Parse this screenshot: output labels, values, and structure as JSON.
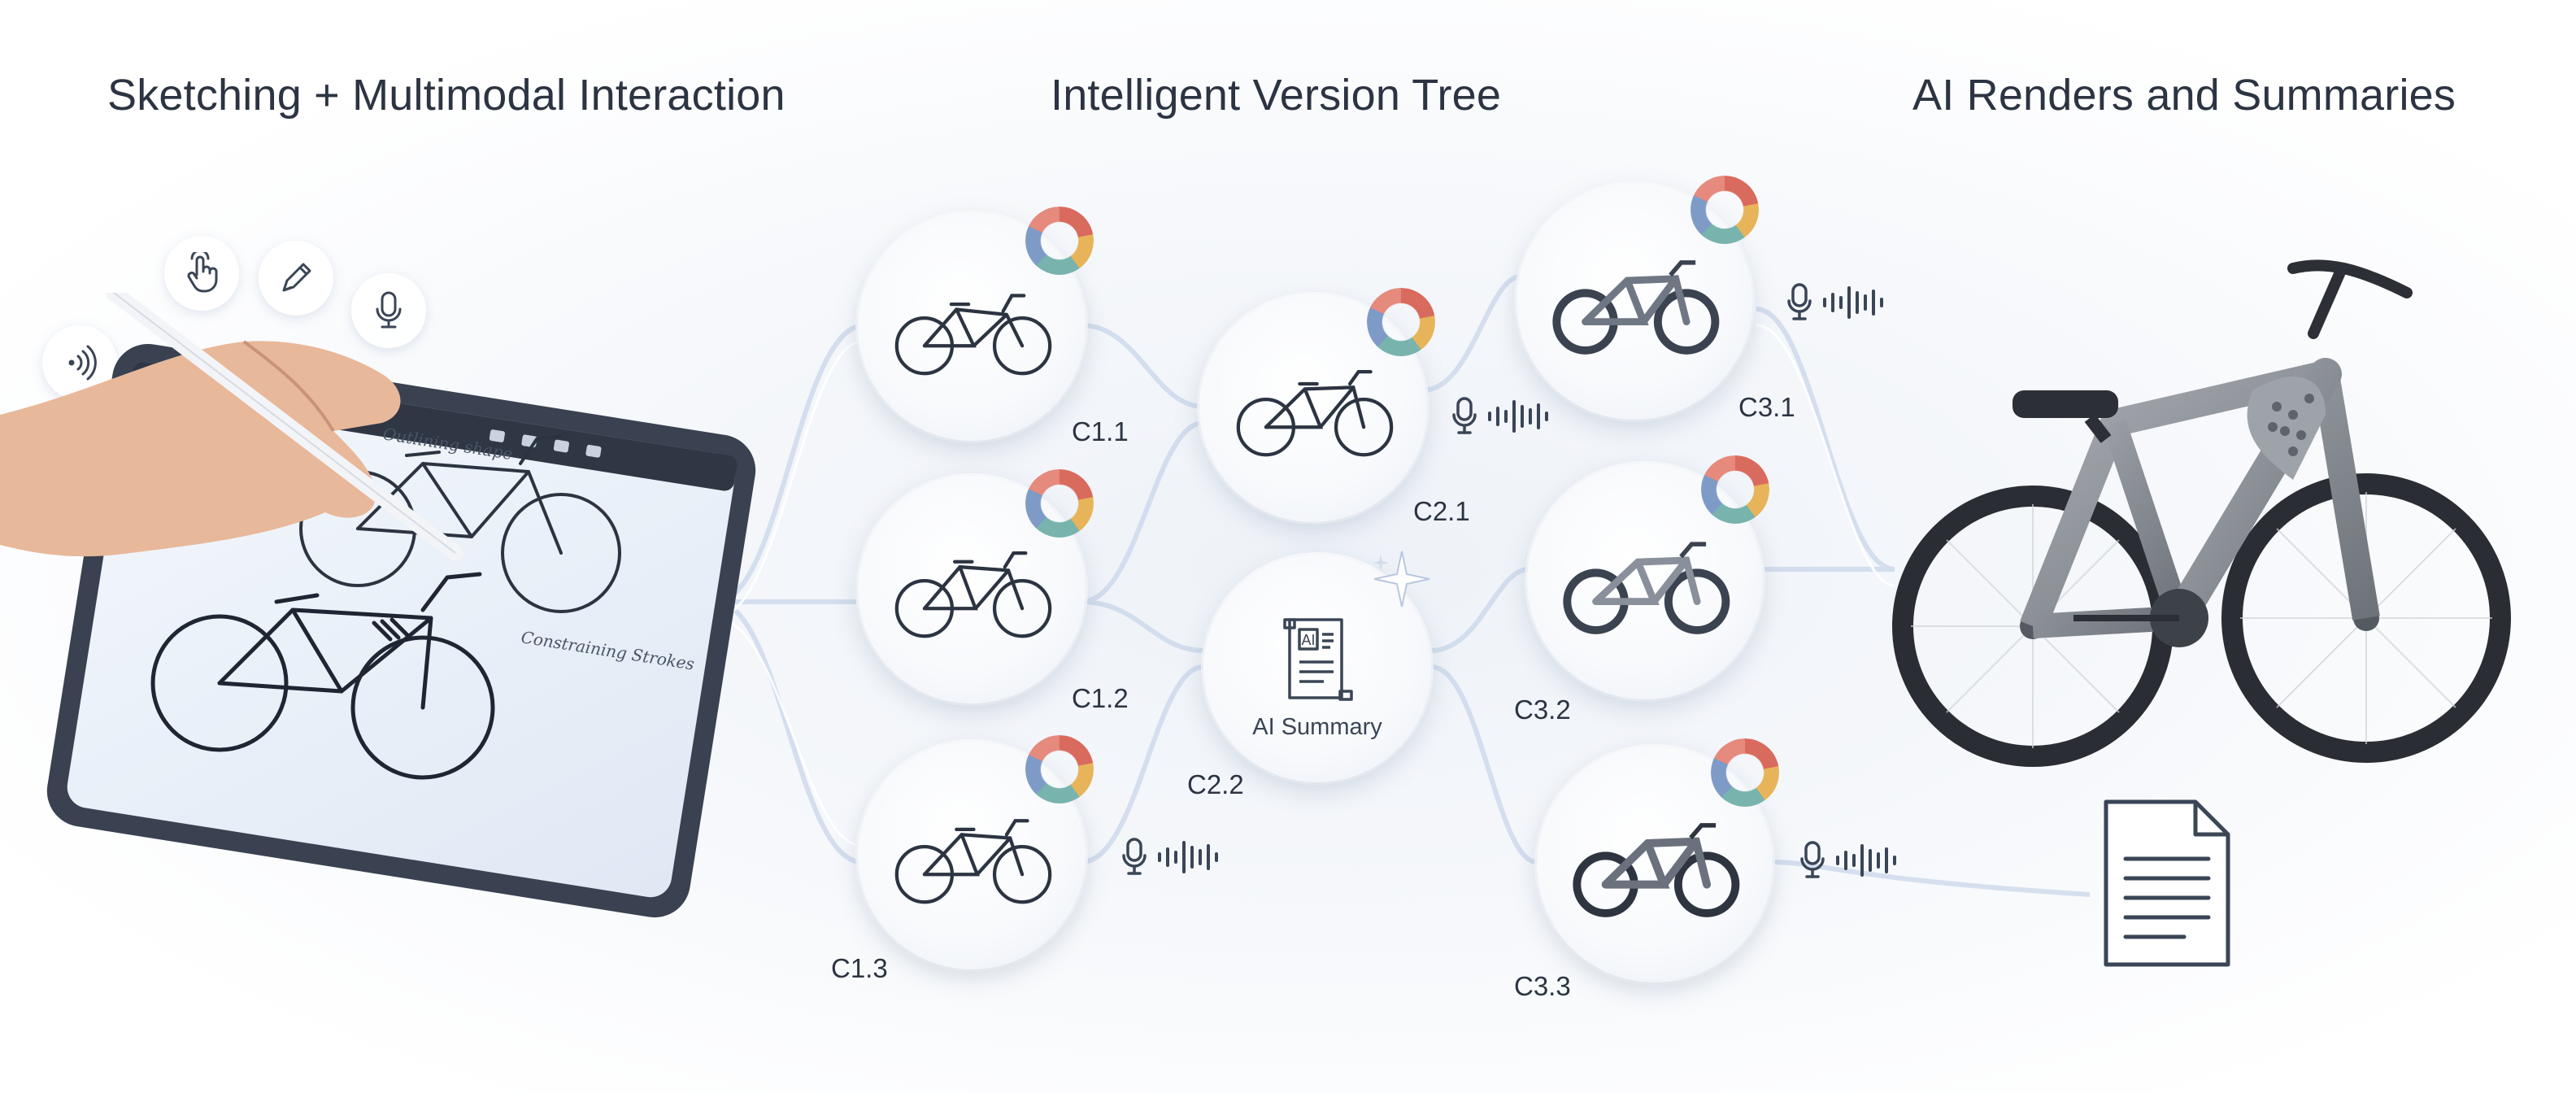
{
  "sections": {
    "left_title": "Sketching + Multimodal Interaction",
    "middle_title": "Intelligent Version Tree",
    "right_title": "AI Renders and Summaries"
  },
  "tablet": {
    "sketch_note_1": "Outlining shape",
    "sketch_note_2": "Constraining Strokes"
  },
  "interaction_icons": [
    "touch-icon",
    "pencil-icon",
    "microphone-icon",
    "sound-waves-icon"
  ],
  "nodes": {
    "c1_1": "C1.1",
    "c1_2": "C1.2",
    "c1_3": "C1.3",
    "c2_1": "C2.1",
    "c2_2": "C2.2",
    "c3_1": "C3.1",
    "c3_2": "C3.2",
    "c3_3": "C3.3"
  },
  "summary": {
    "badge": "AI",
    "label": "AI Summary"
  },
  "colors": {
    "accent_red": "#d96a5e",
    "accent_yellow": "#e7b45a",
    "accent_teal": "#79b3ad",
    "accent_blue": "#7e9bc8",
    "flow_lines": "#c9d6ea"
  }
}
